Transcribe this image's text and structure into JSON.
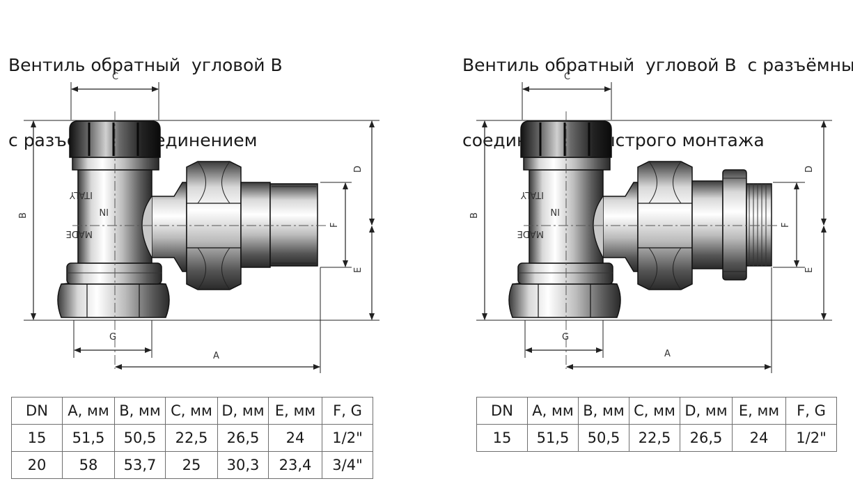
{
  "left": {
    "title_line1": "Вентиль обратный  угловой В",
    "title_line2": "с разъёмным соединением",
    "dims": {
      "A": "A",
      "B": "B",
      "C": "C",
      "D": "D",
      "E": "E",
      "F": "F",
      "G": "G"
    },
    "stamp": [
      "MADE",
      "IN",
      "ITALY"
    ],
    "table": {
      "headers": [
        "DN",
        "A, мм",
        "B, мм",
        "C, мм",
        "D, мм",
        "E, мм",
        "F, G"
      ],
      "rows": [
        [
          "15",
          "51,5",
          "50,5",
          "22,5",
          "26,5",
          "24",
          "1/2\""
        ],
        [
          "20",
          "58",
          "53,7",
          "25",
          "30,3",
          "23,4",
          "3/4\""
        ]
      ]
    }
  },
  "right": {
    "title_line1": "Вентиль обратный  угловой В  с разъёмным",
    "title_line2": "соединением быстрого монтажа",
    "dims": {
      "A": "A",
      "B": "B",
      "C": "C",
      "D": "D",
      "E": "E",
      "F": "F",
      "G": "G"
    },
    "stamp": [
      "MADE",
      "IN",
      "ITALY"
    ],
    "table": {
      "headers": [
        "DN",
        "A, мм",
        "B, мм",
        "C, мм",
        "D, мм",
        "E, мм",
        "F, G"
      ],
      "rows": [
        [
          "15",
          "51,5",
          "50,5",
          "22,5",
          "26,5",
          "24",
          "1/2\""
        ]
      ]
    }
  }
}
